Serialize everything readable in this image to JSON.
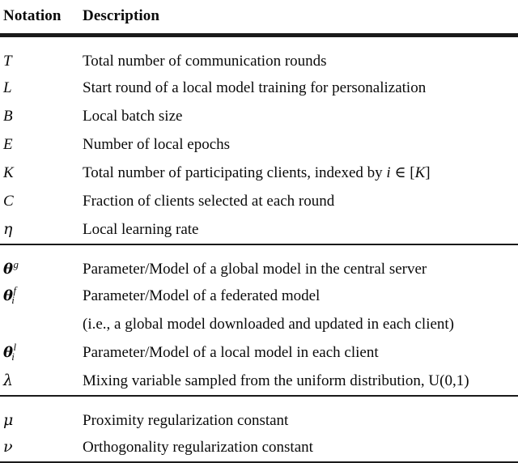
{
  "table": {
    "headers": {
      "notation": "Notation",
      "description": "Description"
    },
    "groups": [
      {
        "rows": [
          {
            "notation": "T",
            "notation_kind": "italic-latin",
            "description": "Total number of communication rounds"
          },
          {
            "notation": "L",
            "notation_kind": "italic-latin",
            "description": "Start round of a local model training for personalization"
          },
          {
            "notation": "B",
            "notation_kind": "italic-latin",
            "description": "Local batch size"
          },
          {
            "notation": "E",
            "notation_kind": "italic-latin",
            "description": "Number of local epochs"
          },
          {
            "notation": "K",
            "notation_kind": "italic-latin",
            "description": "Total number of participating clients, indexed by i ∈ [K]"
          },
          {
            "notation": "C",
            "notation_kind": "italic-latin",
            "description": "Fraction of clients selected at each round"
          },
          {
            "notation": "η",
            "notation_kind": "greek",
            "description": "Local learning rate"
          }
        ]
      },
      {
        "rows": [
          {
            "notation": "θ",
            "notation_kind": "bold-greek",
            "superscript": "g",
            "subscript": "",
            "description": "Parameter/Model of a global model in the central server"
          },
          {
            "notation": "θ",
            "notation_kind": "bold-greek",
            "superscript": "f",
            "subscript": "i",
            "description": "Parameter/Model of a federated model"
          },
          {
            "notation": "",
            "notation_kind": "none",
            "superscript": "",
            "subscript": "",
            "description": "(i.e., a global model downloaded and updated in each client)"
          },
          {
            "notation": "θ",
            "notation_kind": "bold-greek",
            "superscript": "l",
            "subscript": "i",
            "description": "Parameter/Model of a local model in each client"
          },
          {
            "notation": "λ",
            "notation_kind": "greek",
            "description": "Mixing variable sampled from the uniform distribution, U(0,1)"
          }
        ]
      },
      {
        "rows": [
          {
            "notation": "μ",
            "notation_kind": "greek",
            "description": "Proximity regularization constant"
          },
          {
            "notation": "ν",
            "notation_kind": "greek",
            "description": "Orthogonality regularization constant"
          }
        ]
      }
    ]
  },
  "style": {
    "text_color": "#0a0a0a",
    "rule_color": "#1a1a1a",
    "background": "#ffffff"
  }
}
